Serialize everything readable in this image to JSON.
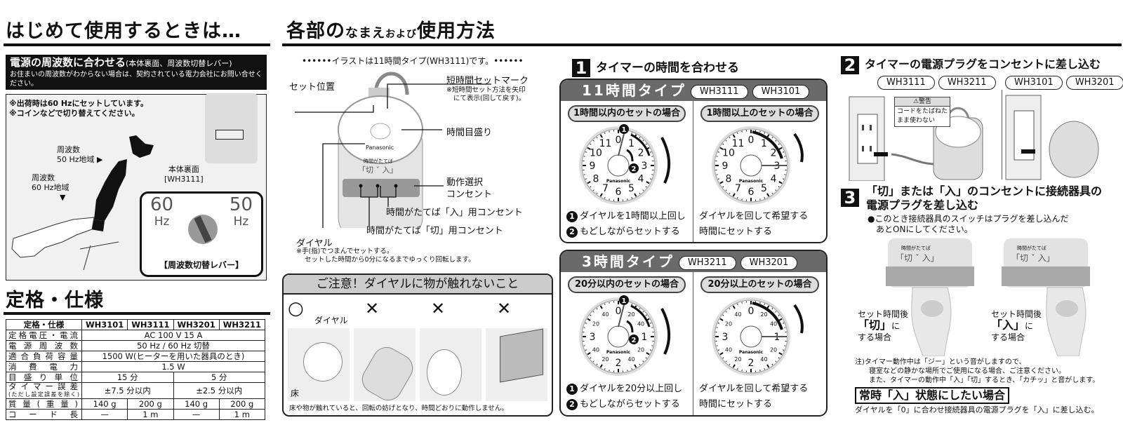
{
  "left": {
    "title": "はじめて使用するときは…",
    "banner_title": "電源の周波数に合わせる",
    "banner_paren": "(本体裏面、周波数切替レバー)",
    "banner_sub": "お住まいの周波数がわからない場合は、契約されている電力会社にお問い合せください。",
    "notes": [
      "※出荷時は60 Hzにセットしています。",
      "※コインなどで切り替えてください。"
    ],
    "map_50": [
      "周波数",
      "50 Hz地域"
    ],
    "map_60": [
      "周波数",
      "60 Hz地域"
    ],
    "back_label": [
      "本体裏面",
      "[WH3111]"
    ],
    "lever_left": [
      "60",
      "Hz"
    ],
    "lever_right": [
      "50",
      "Hz"
    ],
    "lever_label": "【周波数切替レバー】",
    "spec_title": "定格・仕様",
    "spec_table": {
      "headers": [
        "定格・仕様",
        "WH3101",
        "WH3111",
        "WH3201",
        "WH3211"
      ],
      "rows": [
        {
          "label": "定格電圧・電流",
          "all": "AC 100 V 15 A"
        },
        {
          "label": "電源周波数",
          "all": "50 Hz / 60 Hz 切替"
        },
        {
          "label": "適合負荷容量",
          "all": "1500 W(ヒーターを用いた器具のとき)"
        },
        {
          "label": "消費電力",
          "all": "1.5 W"
        },
        {
          "label": "目盛り単位",
          "pair": [
            "15 分",
            "5 分"
          ]
        },
        {
          "label": "タイマー誤差",
          "sublabel": "(ただし設定誤差を除く)",
          "pair": [
            "±7.5 分以内",
            "±2.5 分以内"
          ]
        },
        {
          "label": "質量(重量)",
          "cells": [
            "140 g",
            "200 g",
            "140 g",
            "200 g"
          ]
        },
        {
          "label": "コード長",
          "cells": [
            "—",
            "1 m",
            "—",
            "1 m"
          ]
        }
      ]
    }
  },
  "main_title": {
    "a": "各部の",
    "b": "なまえ",
    "c": "および",
    "d": "使用方法"
  },
  "parts": {
    "note": "••••••イラストは11時間タイプ(WH3111)です。••••••",
    "set_position": "セット位置",
    "short_mark": "短時間セットマーク",
    "short_mark_note": [
      "※短時間セット方法を矢印",
      "にて表示(回して戻す)。"
    ],
    "time_scale": "時間目盛り",
    "outlet_select": [
      "動作選択",
      "コンセント"
    ],
    "on_outlet": "時間がたてば「入」用コンセント",
    "off_outlet": "時間がたてば「切」用コンセント",
    "dial": "ダイヤル",
    "dial_note": [
      "※手(指)でつまんでセットする。",
      "セットした時間から0分になるまでゆっくり回転します。"
    ],
    "device_label": "時間がたてば",
    "device_marks": "「切 ˇ 入」",
    "brand": "Panasonic"
  },
  "caution": {
    "title": "ご注意！ダイヤルに物が触れないこと",
    "marks": [
      "○",
      "✕",
      "✕",
      "✕"
    ],
    "dial_label": "ダイヤル",
    "floor_label": "床",
    "text": "床や物が触れていると、回転の妨げとなり、時間どおりに動作しません。"
  },
  "step1": {
    "num": "1",
    "title": "タイマーの時間を合わせる",
    "type11": {
      "title": "11時間タイプ",
      "models": [
        "WH3111",
        "WH3101"
      ],
      "left_head": "1時間以内のセットの場合",
      "right_head": "1時間以上のセットの場合",
      "left_steps": [
        "ダイヤルを1時間以上回し",
        "もどしながらセットする"
      ],
      "right_text": [
        "ダイヤルを回して希望する",
        "時間にセットする"
      ],
      "dial": [
        "0",
        "1",
        "2",
        "3",
        "4",
        "5",
        "6",
        "7",
        "8",
        "9",
        "10",
        "11"
      ]
    },
    "type3": {
      "title": "3時間タイプ",
      "models": [
        "WH3211",
        "WH3201"
      ],
      "left_head": "20分以内のセットの場合",
      "right_head": "20分以上のセットの場合",
      "left_steps": [
        "ダイヤルを20分以上回し",
        "もどしながらセットする"
      ],
      "right_text": [
        "ダイヤルを回して希望する",
        "時間にセットする"
      ],
      "dial": [
        "0",
        "20",
        "40",
        "1",
        "20",
        "40",
        "2",
        "20",
        "40",
        "3",
        "20",
        "40"
      ]
    },
    "step_nums": [
      "1",
      "2"
    ]
  },
  "step2": {
    "num": "2",
    "title": "タイマーの電源プラグをコンセントに差し込む",
    "models_left": [
      "WH3111",
      "WH3211"
    ],
    "models_right": [
      "WH3101",
      "WH3201"
    ],
    "warning_title": "⚠警告",
    "warning_text": [
      "コードをたばねた",
      "まま使わない"
    ]
  },
  "step3": {
    "num": "3",
    "title": [
      "「切」または「入」のコンセントに接続器具の",
      "電源プラグを差し込む"
    ],
    "bullet": [
      "●このとき接続器具のスイッチはプラグを差し込んだ",
      "あとONにしてください。"
    ],
    "off_case": [
      "セット時間後",
      "「切」",
      "に",
      "する場合"
    ],
    "on_case": [
      "セット時間後",
      "「入」",
      "に",
      "する場合"
    ],
    "note": [
      "注)タイマー動作中は「ジー」という音がしますので、",
      "寝室などの静かな場所でご使用になる場合、ご注意ください。",
      "また、タイマーの動作中「入」「切」するとき、「カチッ」と音がします。"
    ],
    "always_on_title": "常時「入」状態にしたい場合",
    "always_on_text": "ダイヤルを「0」に合わせ接続器具の電源プラグを「入」に差し込む。"
  }
}
